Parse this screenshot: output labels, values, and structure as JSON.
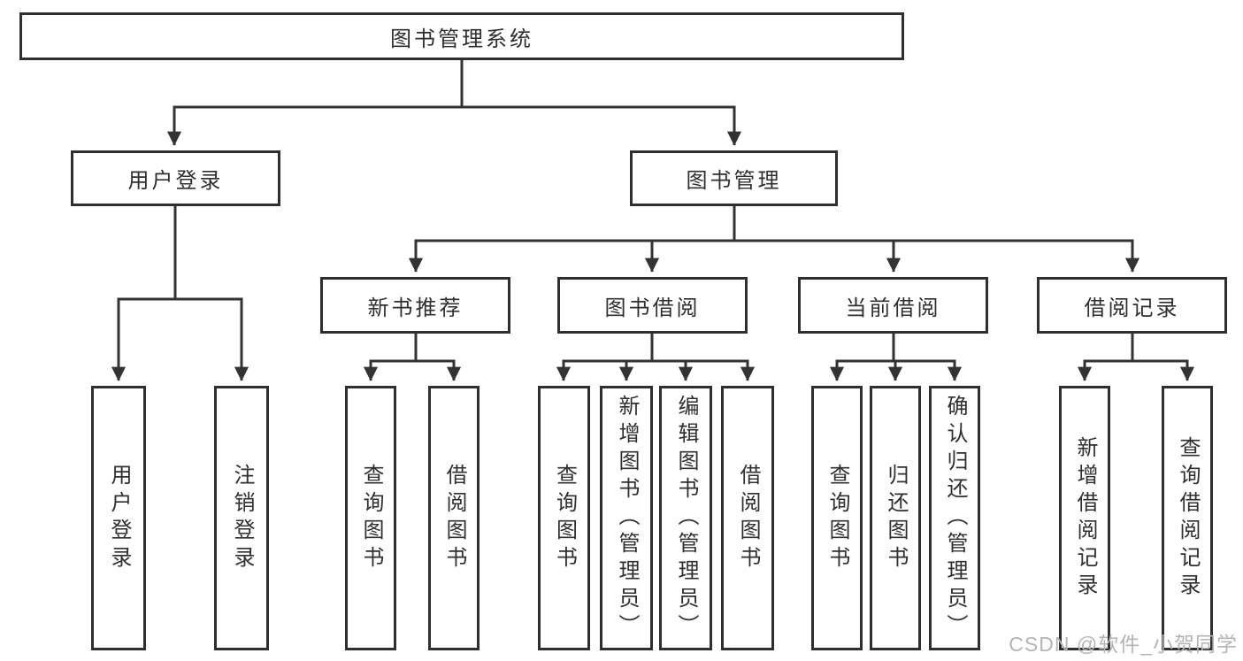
{
  "nodes": {
    "root": "图书管理系统",
    "l2": [
      "用户登录",
      "图书管理"
    ],
    "l3": [
      "新书推荐",
      "图书借阅",
      "当前借阅",
      "借阅记录"
    ],
    "leaf": [
      "用户登录",
      "注销登录",
      "查询图书",
      "借阅图书",
      "查询图书",
      "新增图书（管理员）",
      "编辑图书（管理员）",
      "借阅图书",
      "查询图书",
      "归还图书",
      "确认归还（管理员）",
      "新增借阅记录",
      "查询借阅记录"
    ]
  },
  "hierarchy": {
    "图书管理系统": [
      "用户登录",
      "图书管理"
    ],
    "用户登录": [
      "用户登录",
      "注销登录"
    ],
    "图书管理": [
      "新书推荐",
      "图书借阅",
      "当前借阅",
      "借阅记录"
    ],
    "新书推荐": [
      "查询图书",
      "借阅图书"
    ],
    "图书借阅": [
      "查询图书",
      "新增图书（管理员）",
      "编辑图书（管理员）",
      "借阅图书"
    ],
    "当前借阅": [
      "查询图书",
      "归还图书",
      "确认归还（管理员）"
    ],
    "借阅记录": [
      "新增借阅记录",
      "查询借阅记录"
    ]
  },
  "watermark": "CSDN @软件_小贺同学",
  "colors": {
    "line": "#333333",
    "border": "#2f2f2f",
    "text": "#2f2f2f",
    "watermark": "#b5b5b5",
    "background": "#ffffff"
  }
}
